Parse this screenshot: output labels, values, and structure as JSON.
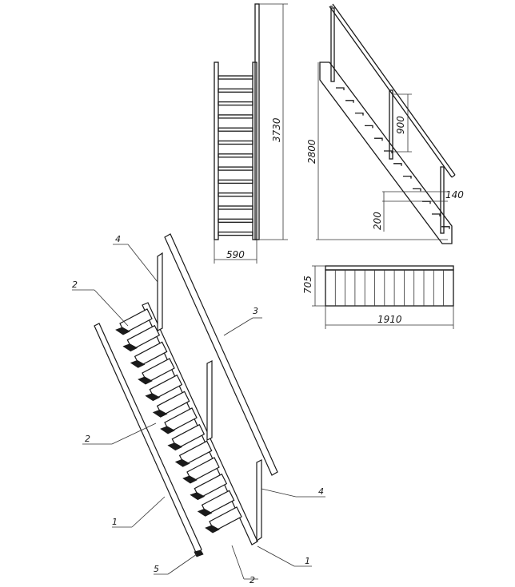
{
  "dimensions": {
    "total_height": "3730",
    "width": "590",
    "floor_height": "2800",
    "handrail_height": "900",
    "step_rise": "200",
    "step_depth": "140",
    "plan_width": "705",
    "plan_length": "1910"
  },
  "callouts": {
    "stringer": "1",
    "step": "2",
    "handrail": "3",
    "baluster_post": "4",
    "bottom_support": "5"
  }
}
